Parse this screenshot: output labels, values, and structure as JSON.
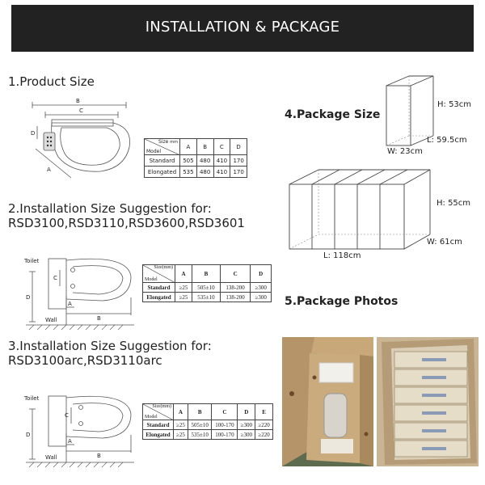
{
  "banner": {
    "title": "INSTALLATION & PACKAGE"
  },
  "section1": {
    "title": "1.Product Size",
    "diagram_labels": {
      "b": "B",
      "c": "C",
      "d": "D",
      "a": "A"
    },
    "table": {
      "size_label": "Size",
      "unit_label": "mm",
      "model_label": "Model",
      "columns": [
        "A",
        "B",
        "C",
        "D"
      ],
      "rows": [
        {
          "model": "Standard",
          "values": [
            "505",
            "480",
            "410",
            "170"
          ]
        },
        {
          "model": "Elongated",
          "values": [
            "535",
            "480",
            "410",
            "170"
          ]
        }
      ]
    }
  },
  "section2": {
    "title_line1": "2.Installation Size Suggestion for:",
    "title_line2": "RSD3100,RSD3110,RSD3600,RSD3601",
    "diagram_labels": {
      "toilet": "Toilet",
      "wall": "Wall",
      "a": "A",
      "b": "B",
      "c": "C",
      "d": "D"
    },
    "table": {
      "size_label": "Size(mm)",
      "model_label": "Model",
      "columns": [
        "A",
        "B",
        "C",
        "D"
      ],
      "rows": [
        {
          "model": "Standard",
          "values": [
            "≥25",
            "505±10",
            "138-200",
            "≥300"
          ]
        },
        {
          "model": "Elongated",
          "values": [
            "≥25",
            "535±10",
            "138-200",
            "≥300"
          ]
        }
      ]
    }
  },
  "section3": {
    "title_line1": "3.Installation Size Suggestion for:",
    "title_line2": "RSD3100arc,RSD3110arc",
    "diagram_labels": {
      "toilet": "Toilet",
      "wall": "Wall",
      "a": "A",
      "b": "B",
      "c": "C",
      "d": "D"
    },
    "table": {
      "size_label": "Size(mm)",
      "model_label": "Model",
      "columns": [
        "A",
        "B",
        "C",
        "D",
        "E"
      ],
      "rows": [
        {
          "model": "Standard",
          "values": [
            "≥25",
            "505±10",
            "100-170",
            "≥300",
            "≥220"
          ]
        },
        {
          "model": "Elongated",
          "values": [
            "≥25",
            "535±10",
            "100-170",
            "≥300",
            "≥220"
          ]
        }
      ]
    }
  },
  "section4": {
    "title": "4.Package Size",
    "single_box": {
      "height": "H: 53cm",
      "length": "L: 59.5cm",
      "width": "W: 23cm"
    },
    "multi_box": {
      "height": "H: 55cm",
      "length": "L: 118cm",
      "width": "W: 61cm"
    }
  },
  "section5": {
    "title": "5.Package Photos"
  },
  "colors": {
    "banner": "#222222",
    "cardboard": "#c8a878",
    "text": "#222222"
  }
}
